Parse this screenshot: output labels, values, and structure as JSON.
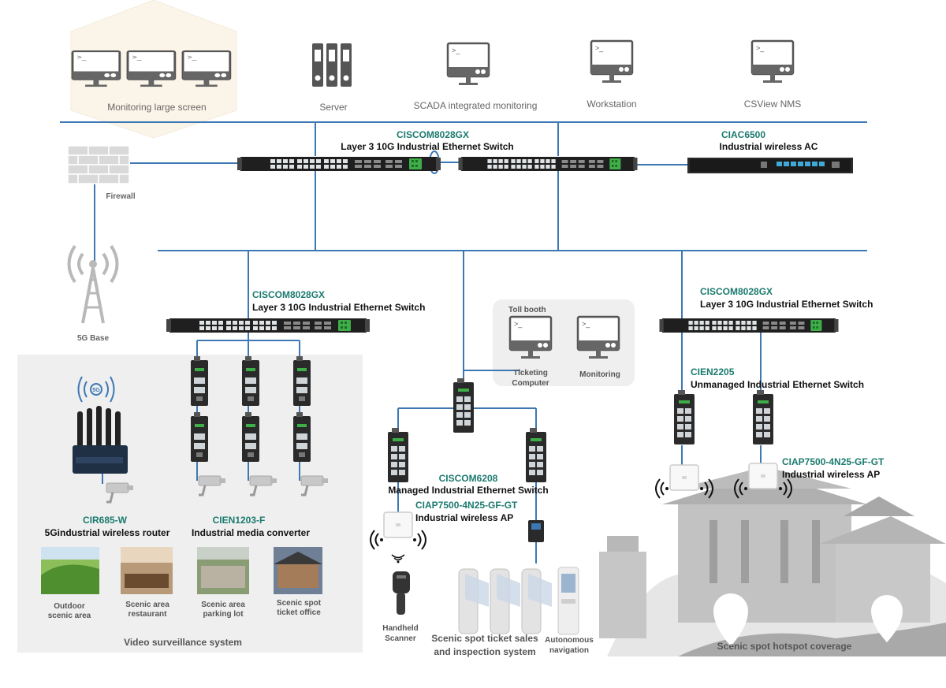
{
  "top_devices": {
    "monitoring_screen": "Monitoring large screen",
    "server": "Server",
    "scada": "SCADA integrated monitoring",
    "workstation": "Workstation",
    "csview": "CSView NMS"
  },
  "core_switch": {
    "model": "CISCOM8028GX",
    "description": "Layer 3 10G Industrial Ethernet Switch"
  },
  "wireless_ac": {
    "model": "CIAC6500",
    "description": "Industrial wireless AC"
  },
  "firewall": "Firewall",
  "base_station": "5G Base",
  "left_switch": {
    "model": "CISCOM8028GX",
    "description": "Layer 3 10G Industrial Ethernet Switch"
  },
  "right_switch": {
    "model": "CISCOM8028GX",
    "description": "Layer 3 10G Industrial Ethernet Switch"
  },
  "toll_booth": {
    "title": "Toll booth",
    "ticketing_line1": "Ticketing",
    "ticketing_line2": "Computer",
    "monitoring": "Monitoring"
  },
  "router": {
    "model": "CIR685-W",
    "description": "5Gindustrial wireless router"
  },
  "media_converter": {
    "model": "CIEN1203-F",
    "description": "Industrial media converter"
  },
  "scenes": [
    {
      "line1": "Outdoor",
      "line2": "scenic area"
    },
    {
      "line1": "Scenic area",
      "line2": "restaurant"
    },
    {
      "line1": "Scenic area",
      "line2": "parking lot"
    },
    {
      "line1": "Scenic spot",
      "line2": "ticket office"
    }
  ],
  "video_system": "Video surveillance system",
  "managed_switch": {
    "model": "CISCOM6208",
    "description": "Managed Industrial Ethernet Switch"
  },
  "ap_center": {
    "model": "CIAP7500-4N25-GF-GT",
    "description": "Industrial wireless AP"
  },
  "unmanaged_switch": {
    "model": "CIEN2205",
    "description": "Unmanaged Industrial Ethernet Switch"
  },
  "ap_right": {
    "model": "CIAP7500-4N25-GF-GT",
    "description": "Industrial wireless AP"
  },
  "scanner": {
    "line1": "Handheld",
    "line2": "Scanner"
  },
  "ticket_system": {
    "line1": "Scenic spot ticket sales",
    "line2": "and inspection system"
  },
  "autonomous": {
    "line1": "Autonomous",
    "line2": "navigation"
  },
  "hotspot": "Scenic spot hotspot coverage"
}
